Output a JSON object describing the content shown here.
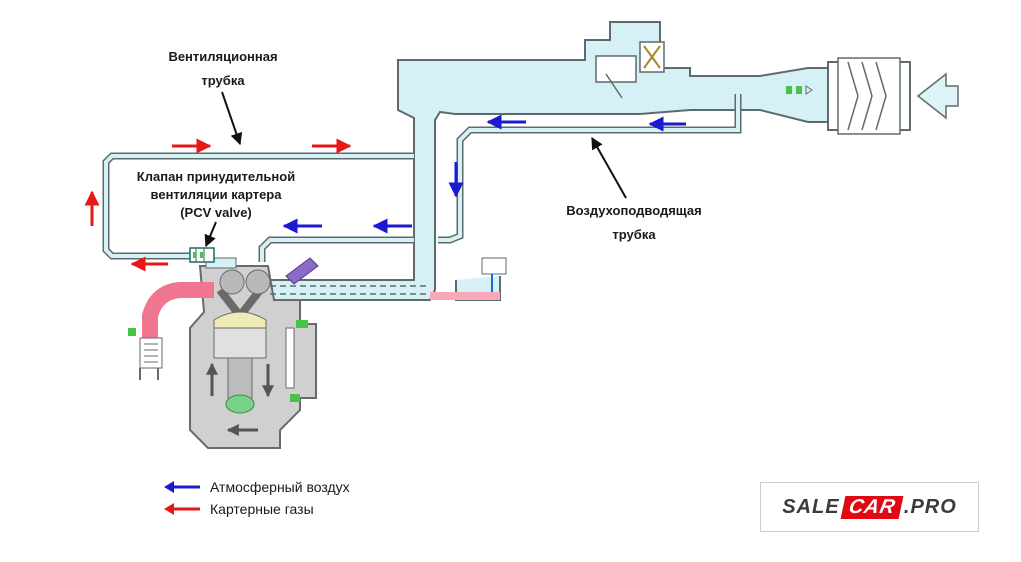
{
  "labels": {
    "vent_tube_line1": "Вентиляционная",
    "vent_tube_line2": "трубка",
    "pcv_line1": "Клапан принудительной",
    "pcv_line2": "вентиляции картера",
    "pcv_line3": "(PCV valve)",
    "air_tube_line1": "Воздухоподводящая",
    "air_tube_line2": "трубка"
  },
  "legend": [
    {
      "label": "Атмосферный воздух",
      "color": "#1a1ad0",
      "icon": "arrow-left-icon"
    },
    {
      "label": "Картерные газы",
      "color": "#e81818",
      "icon": "arrow-left-icon"
    }
  ],
  "logo": {
    "part1": "SALE",
    "part2": "CAR",
    "part3": ".PRO"
  },
  "colors": {
    "air": "#1a1ad0",
    "gas": "#e81818",
    "duct_fill": "#d6f1f6",
    "duct_stroke": "#5e6b6c",
    "engine": "#d0d0d0",
    "hot_pipe": "#f0768f"
  }
}
